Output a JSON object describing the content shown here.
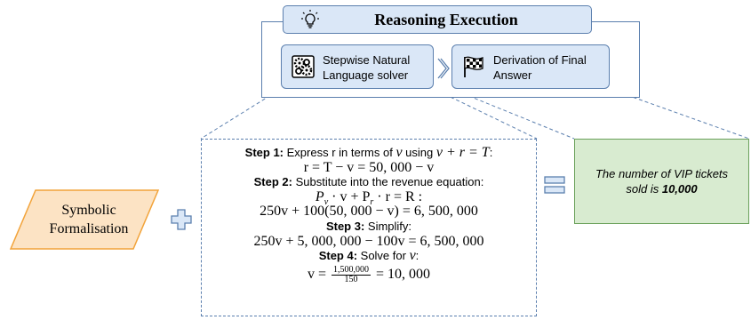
{
  "header": {
    "title": "Reasoning Execution",
    "icon": "lightbulb-icon"
  },
  "substeps": [
    {
      "line1": "Stepwise Natural",
      "line2": "Language solver",
      "icon": "gears-icon"
    },
    {
      "line1": "Derivation of Final",
      "line2": "Answer",
      "icon": "checkered-flag-icon"
    }
  ],
  "formalisation": {
    "line1": "Symbolic",
    "line2": "Formalisation"
  },
  "steps": [
    {
      "label": "Step 1:",
      "text": " Express r in terms of ",
      "math": "v",
      "text2": " using ",
      "math2": "v + r = T",
      "text3": ":"
    },
    {
      "label": "Step 2:",
      "text": " Substitute into the revenue equation:"
    },
    {
      "label": "Step 3:",
      "text": " Simplify:"
    },
    {
      "label": "Step 4:",
      "text": " Solve for ",
      "math": "v",
      "text3": ":"
    }
  ],
  "equations": {
    "eq1": "r = T − v = 50, 000 − v",
    "eq2": "P",
    "eq2_sub_v": "v",
    "eq2_mid": " · v + P",
    "eq2_sub_r": "r",
    "eq2_end": " · r = R :",
    "eq3": "250v + 100(50, 000 − v) = 6, 500, 000",
    "eq4": "250v + 5, 000, 000 − 100v = 6, 500, 000",
    "eq5_lhs": "v =",
    "eq5_num": "1,500,000",
    "eq5_den": "150",
    "eq5_rhs": "= 10, 000"
  },
  "answer": {
    "prefix": "The number of VIP tickets sold is ",
    "value": "10,000"
  },
  "colors": {
    "blue_border": "#5b7fae",
    "blue_fill": "#dae7f7",
    "orange_fill": "#fce3c4",
    "orange_border": "#f2a33a",
    "green_fill": "#d8ebd0",
    "green_border": "#6aa05a"
  }
}
